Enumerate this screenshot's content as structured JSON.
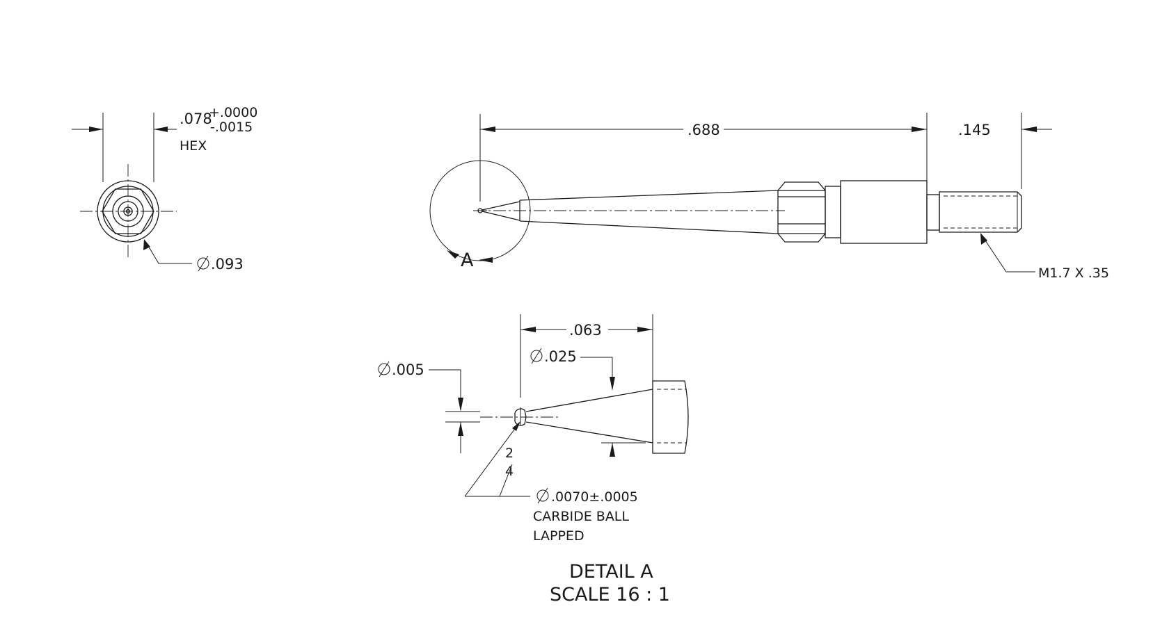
{
  "end_view": {
    "hex_size": ".078",
    "tol_upper": "+.0000",
    "tol_lower": "-.0015",
    "hex_label": "HEX",
    "diameter": ".093"
  },
  "side_view": {
    "length": ".688",
    "thread_length": ".145",
    "thread_spec": "M1.7 X .35",
    "detail_marker": "A"
  },
  "detail": {
    "length": ".063",
    "shank_diameter": ".025",
    "tip_diameter": ".005",
    "angle_top": "2",
    "angle_bottom": "4",
    "ball_diameter": ".0070±.0005",
    "ball_material": "CARBIDE BALL",
    "ball_finish": "LAPPED",
    "title": "DETAIL A",
    "scale": "SCALE 16 : 1"
  },
  "symbols": {
    "diameter_symbol": "diameter-symbol"
  }
}
